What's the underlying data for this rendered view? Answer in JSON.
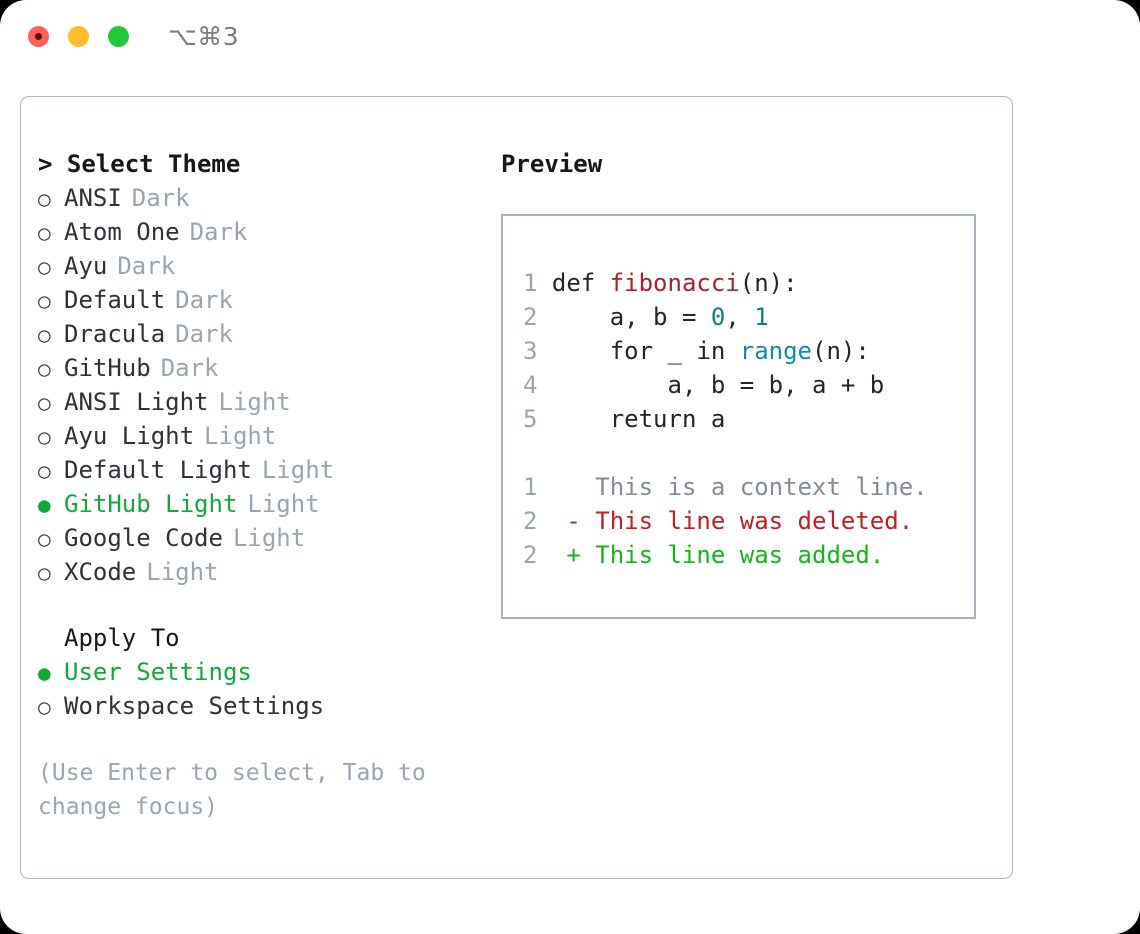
{
  "titlebar": {
    "shortcut": "⌥⌘3",
    "lights": [
      {
        "name": "close",
        "color": "#ff6057"
      },
      {
        "name": "minimize",
        "color": "#ffbd2e"
      },
      {
        "name": "zoom",
        "color": "#23c93b"
      }
    ]
  },
  "theme_picker": {
    "header": "> Select Theme",
    "selected_theme": "GitHub Light",
    "bullet_selected": "●",
    "bullet_unselected": "○",
    "accent_color": "#14a83b",
    "tag_color": "#9aa5b3",
    "items": [
      {
        "label": "ANSI",
        "tag": "Dark",
        "selected": false
      },
      {
        "label": "Atom One",
        "tag": "Dark",
        "selected": false
      },
      {
        "label": "Ayu",
        "tag": "Dark",
        "selected": false
      },
      {
        "label": "Default",
        "tag": "Dark",
        "selected": false
      },
      {
        "label": "Dracula",
        "tag": "Dark",
        "selected": false
      },
      {
        "label": "GitHub",
        "tag": "Dark",
        "selected": false
      },
      {
        "label": "ANSI Light",
        "tag": "Light",
        "selected": false
      },
      {
        "label": "Ayu Light",
        "tag": "Light",
        "selected": false
      },
      {
        "label": "Default Light",
        "tag": "Light",
        "selected": false
      },
      {
        "label": "GitHub Light",
        "tag": "Light",
        "selected": true
      },
      {
        "label": "Google Code",
        "tag": "Light",
        "selected": false
      },
      {
        "label": "XCode",
        "tag": "Light",
        "selected": false
      }
    ]
  },
  "apply_to": {
    "header": "Apply To",
    "selected_scope": "User Settings",
    "items": [
      {
        "label": "User Settings",
        "selected": true
      },
      {
        "label": "Workspace Settings",
        "selected": false
      }
    ]
  },
  "hint": "(Use Enter to select, Tab to change focus)",
  "preview": {
    "title": "Preview",
    "code_lines": [
      {
        "number": "1",
        "tokens": [
          {
            "text": "def ",
            "kind": "plain"
          },
          {
            "text": "fibonacci",
            "kind": "fn"
          },
          {
            "text": "(n):",
            "kind": "plain"
          }
        ]
      },
      {
        "number": "2",
        "tokens": [
          {
            "text": "    a, b = ",
            "kind": "plain"
          },
          {
            "text": "0",
            "kind": "num"
          },
          {
            "text": ", ",
            "kind": "plain"
          },
          {
            "text": "1",
            "kind": "num"
          }
        ]
      },
      {
        "number": "3",
        "tokens": [
          {
            "text": "    for _ in ",
            "kind": "plain"
          },
          {
            "text": "range",
            "kind": "builtin"
          },
          {
            "text": "(n):",
            "kind": "plain"
          }
        ]
      },
      {
        "number": "4",
        "tokens": [
          {
            "text": "        a, b = b, a + b",
            "kind": "plain"
          }
        ]
      },
      {
        "number": "5",
        "tokens": [
          {
            "text": "    return a",
            "kind": "plain"
          }
        ]
      }
    ],
    "diff_lines": [
      {
        "number": "1",
        "marker": " ",
        "text": "This is a context line.",
        "kind": "context"
      },
      {
        "number": "2",
        "marker": "-",
        "text": "This line was deleted.",
        "kind": "deleted"
      },
      {
        "number": "2",
        "marker": "+",
        "text": "This line was added.",
        "kind": "added"
      }
    ]
  }
}
